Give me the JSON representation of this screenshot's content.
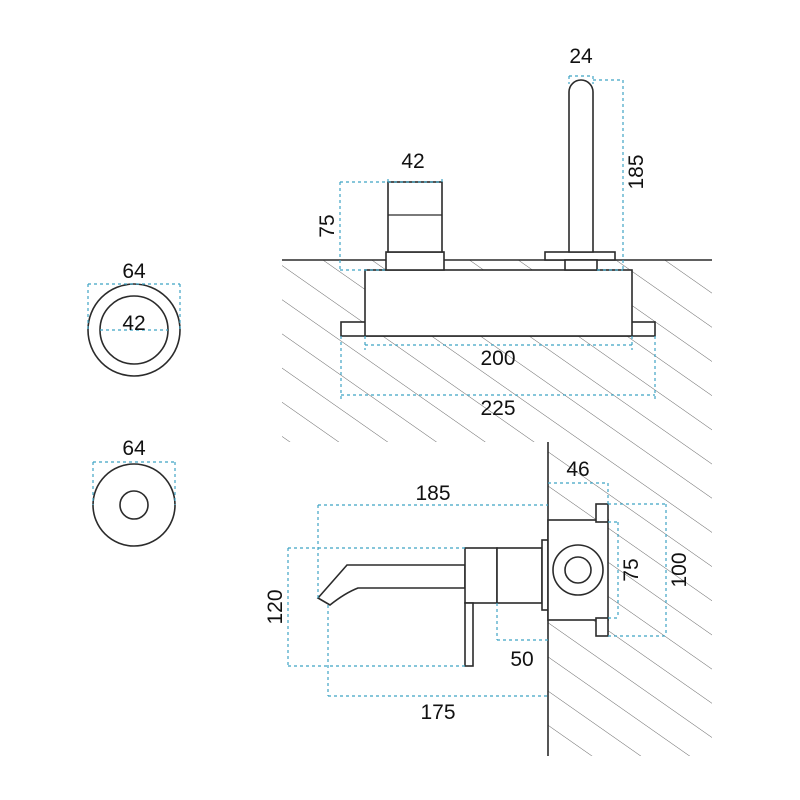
{
  "dimensions": {
    "top_view": {
      "handle_width": "42",
      "handle_height": "75",
      "spout_diameter": "24",
      "spout_height": "185",
      "body_width": "200",
      "plate_width": "225"
    },
    "rosette_spout": {
      "outer": "64",
      "inner": "42"
    },
    "rosette_handle": {
      "outer": "64"
    },
    "side_view": {
      "reach": "185",
      "reach_lower": "175",
      "height": "120",
      "handle_offset": "50",
      "wall_depth": "46",
      "box_height": "75",
      "plate_height": "100"
    }
  },
  "colors": {
    "outline": "#2b2b2b",
    "dimension_line": "#3fa3c4",
    "text": "#111111"
  }
}
